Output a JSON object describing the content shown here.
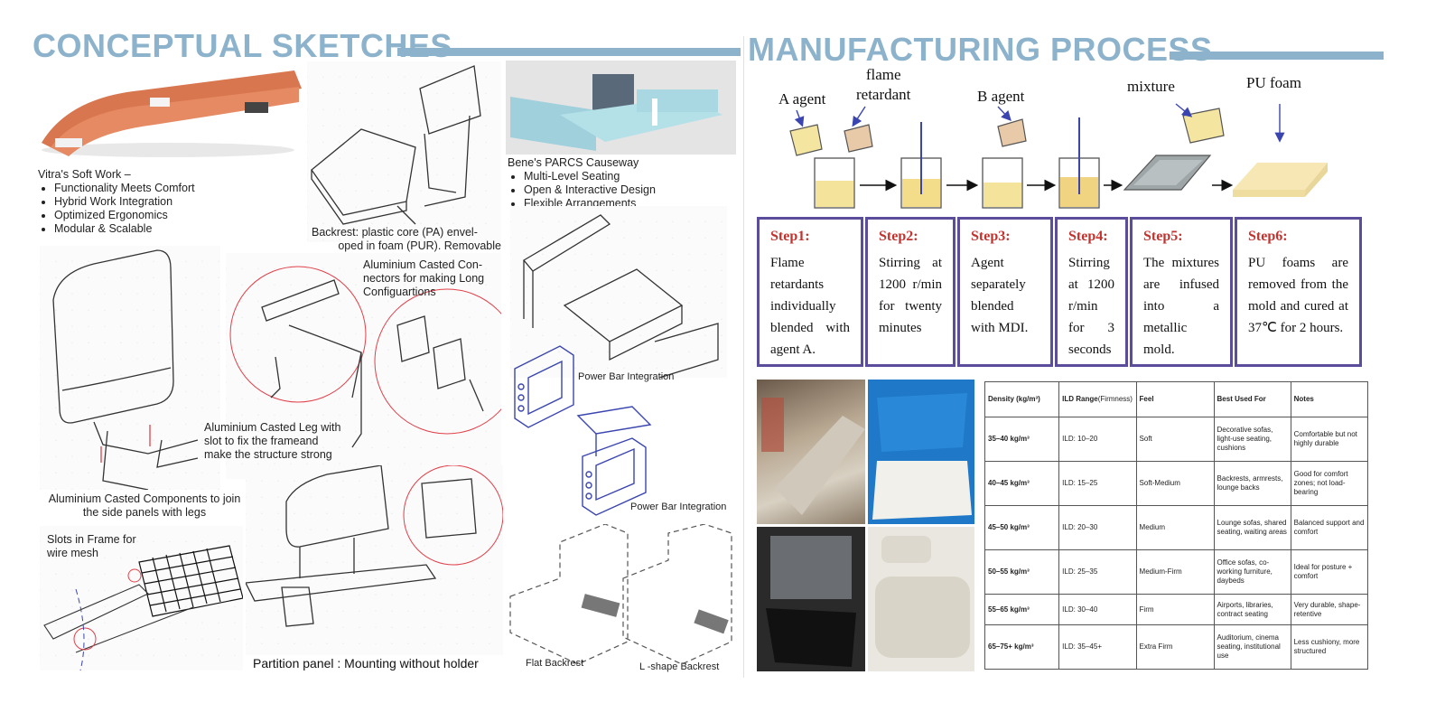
{
  "left": {
    "title": "CONCEPTUAL SKETCHES",
    "vitra": {
      "heading": "Vitra's Soft Work –",
      "bullets": [
        "Functionality Meets Comfort",
        "Hybrid Work Integration",
        "Optimized Ergonomics",
        "Modular & Scalable"
      ]
    },
    "bene": {
      "heading": "Bene's PARCS Causeway",
      "bullets": [
        "Multi-Level Seating",
        "Open & Interactive Design",
        "Flexible Arrangements"
      ]
    },
    "notes": {
      "backrest_1": "Backrest: plastic core (PA) envel-",
      "backrest_2": "oped in foam (PUR). Removable",
      "connectors_1": "Aluminium Casted Con-",
      "connectors_2": "nectors for making Long",
      "connectors_3": "Configuartions",
      "leg_1": "Aluminium Casted Leg with",
      "leg_2": "slot to fix the frameand",
      "leg_3": "make the structure strong",
      "components_1": "Aluminium Casted Components to join",
      "components_2": "the side panels with legs",
      "slots_1": "Slots in Frame for",
      "slots_2": "wire mesh",
      "partition": "Partition panel : Mounting without holder",
      "power_bar_1": "Power Bar Integration",
      "power_bar_2": "Power Bar Integration",
      "flat_backrest": "Flat Backrest",
      "lshape_backrest": "L -shape Backrest"
    }
  },
  "right": {
    "title": "MANUFACTURING PROCESS",
    "process_labels": {
      "a_agent": "A agent",
      "flame_1": "flame",
      "flame_2": "retardant",
      "b_agent": "B agent",
      "mixture": "mixture",
      "pu_foam": "PU foam"
    },
    "steps": [
      {
        "title": "Step1:",
        "text": "Flame retardants individually blended with agent A."
      },
      {
        "title": "Step2:",
        "text": "Stirring at 1200 r/min for twenty minutes"
      },
      {
        "title": "Step3:",
        "text": "Agent separately blended with MDI."
      },
      {
        "title": "Step4:",
        "text": "Stirring at 1200 r/min for 3 seconds"
      },
      {
        "title": "Step5:",
        "text": "The mixtures are infused into a metallic mold."
      },
      {
        "title": "Step6:",
        "text": "PU foams are removed from the mold and cured at 37℃ for 2 hours."
      }
    ],
    "table": {
      "headers": [
        "Density (kg/m³)",
        "ILD Range",
        "(Firmness)",
        "Feel",
        "Best Used For",
        "Notes"
      ],
      "rows": [
        [
          "35–40 kg/m³",
          "ILD: 10–20",
          "Soft",
          "Decorative sofas, light-use seating, cushions",
          "Comfortable but not highly durable"
        ],
        [
          "40–45 kg/m³",
          "ILD: 15–25",
          "Soft-Medium",
          "Backrests, armrests, lounge backs",
          "Good for comfort zones; not load-bearing"
        ],
        [
          "45–50 kg/m³",
          "ILD: 20–30",
          "Medium",
          "Lounge sofas, shared seating, waiting areas",
          "Balanced support and comfort"
        ],
        [
          "50–55 kg/m³",
          "ILD: 25–35",
          "Medium-Firm",
          "Office sofas, co-working furniture, daybeds",
          "Ideal for posture + comfort"
        ],
        [
          "55–65 kg/m³",
          "ILD: 30–40",
          "Firm",
          "Airports, libraries, contract seating",
          "Very durable, shape-retentive"
        ],
        [
          "65–75+ kg/m³",
          "ILD: 35–45+",
          "Extra Firm",
          "Auditorium, cinema seating, institutional use",
          "Less cushiony, more structured"
        ]
      ]
    }
  },
  "colors": {
    "heading": "#8db3cc",
    "step_border": "#5b4c9c",
    "step_title": "#c0332f",
    "sketch_red": "#e0404a",
    "sketch_blue": "#3a45b0"
  }
}
